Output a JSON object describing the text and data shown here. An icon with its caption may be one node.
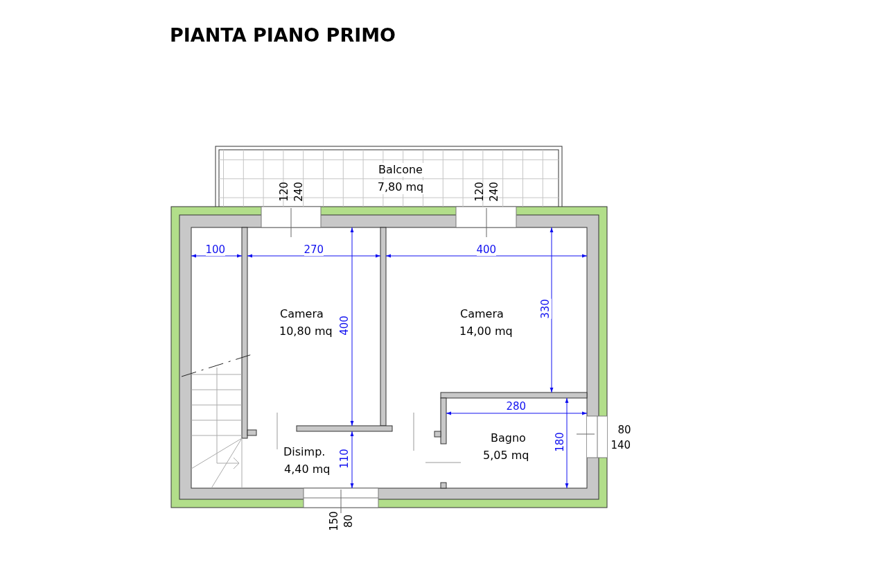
{
  "diagram": {
    "title": "PIANTA PIANO PRIMO",
    "nodes": [
      {
        "text": [
          "Balcone",
          "7,80 mq"
        ]
      },
      {
        "text": [
          "Camera",
          "10,80 mq"
        ]
      },
      {
        "text": [
          "Camera",
          "14,00 mq"
        ]
      },
      {
        "text": [
          "Disimp.",
          "4,40 mq"
        ]
      },
      {
        "text": [
          "Bagno",
          "5,05 mq"
        ]
      }
    ],
    "labels": [
      "120",
      "240",
      "120",
      "240",
      "100",
      "270",
      "400",
      "400",
      "330",
      "280",
      "80",
      "140",
      "180",
      "110",
      "150",
      "80"
    ]
  }
}
